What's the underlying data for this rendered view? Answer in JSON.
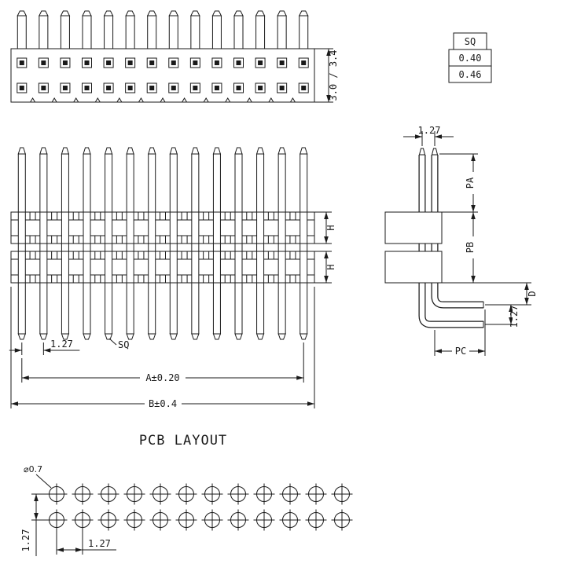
{
  "title": "PCB LAYOUT",
  "spec_table": {
    "rows": [
      "SQ",
      "0.40",
      "0.46"
    ]
  },
  "dims": {
    "body_height": "3.0 / 3.4",
    "pitch": "1.27",
    "square": "SQ",
    "tol_a": "A±0.20",
    "tol_b": "B±0.4",
    "insulator_height": "H",
    "pa": "PA",
    "pb": "PB",
    "pc": "PC",
    "d": "D",
    "hole_diameter": "⌀0.7"
  },
  "geometry": {
    "top_view_pins": 14,
    "front_view_pins": 14,
    "pcb_columns": 12,
    "pcb_rows": 2
  }
}
